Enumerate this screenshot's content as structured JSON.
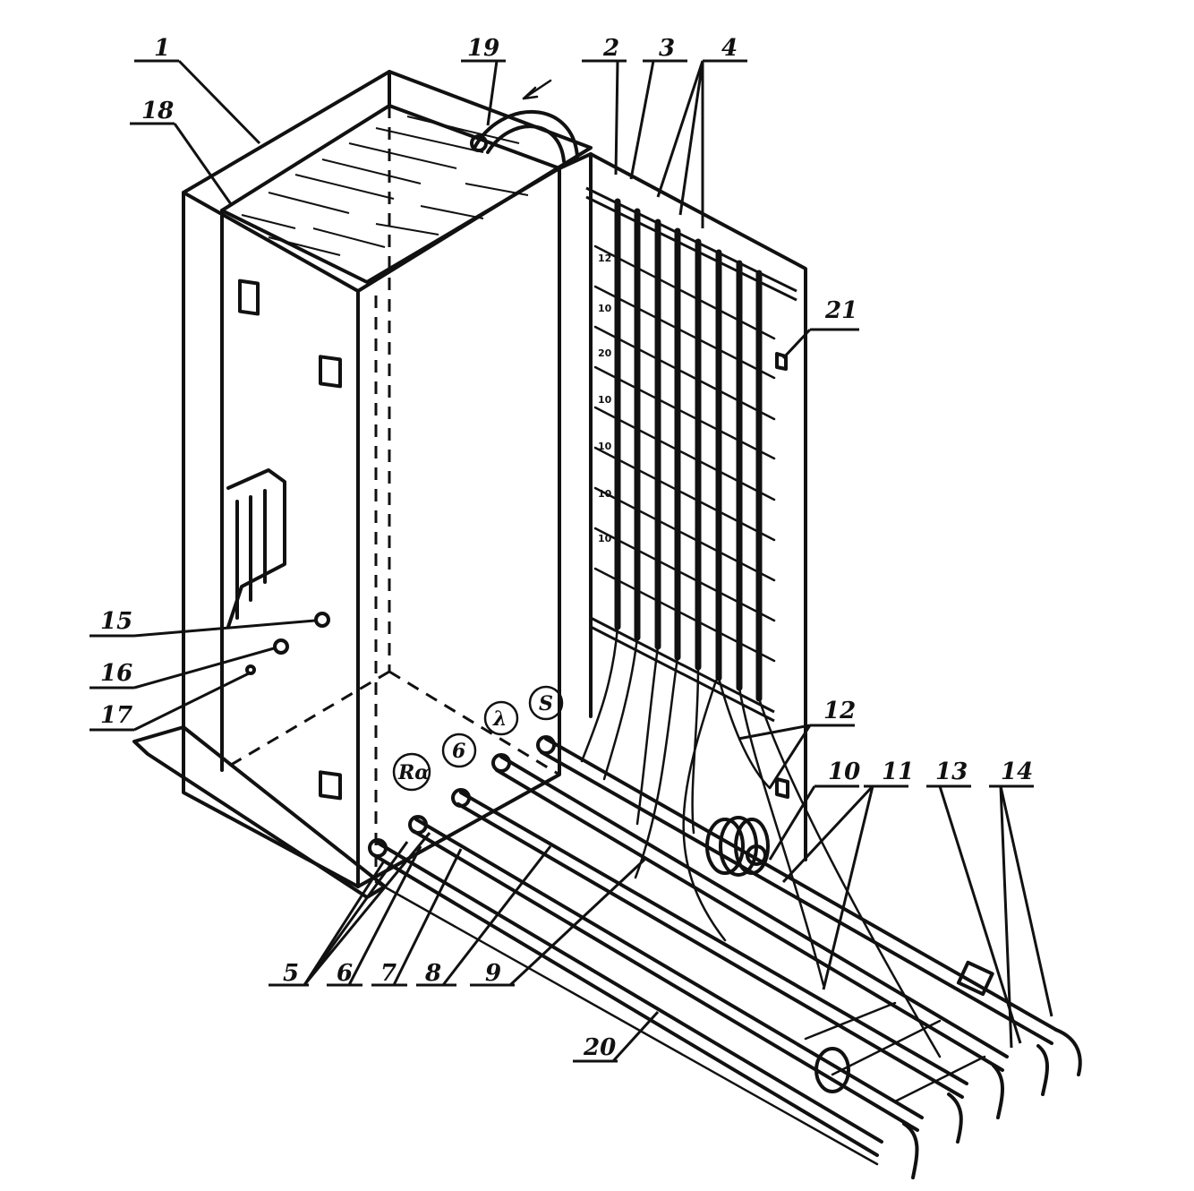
{
  "labels": {
    "l1": "1",
    "l2": "2",
    "l3": "3",
    "l4": "4",
    "l5": "5",
    "l6": "6",
    "l7": "7",
    "l8": "8",
    "l9": "9",
    "l10": "10",
    "l11": "11",
    "l12": "12",
    "l13": "13",
    "l14": "14",
    "l15": "15",
    "l16": "16",
    "l17": "17",
    "l18": "18",
    "l19": "19",
    "l20": "20",
    "l21": "21"
  },
  "tube_circles": {
    "c1": "S",
    "c2": "λ",
    "c3": "6",
    "c4": "Rα"
  }
}
